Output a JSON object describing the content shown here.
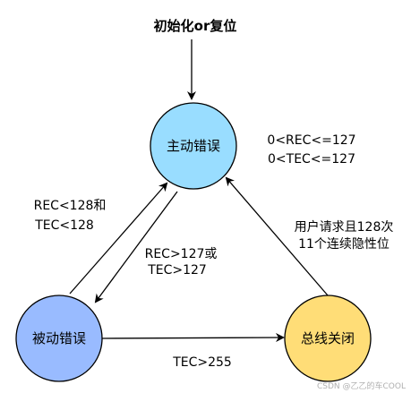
{
  "title": "初始化or复位",
  "nodes": {
    "active": {
      "label": "主动错误",
      "fill": "#99ddff"
    },
    "passive": {
      "label": "被动错误",
      "fill": "#99bbff"
    },
    "busoff": {
      "label": "总线关闭",
      "fill": "#ffdd77"
    }
  },
  "edge_labels": {
    "active_condition_line1": "0<REC<=127",
    "active_condition_line2": "0<TEC<=127",
    "passive_to_active_line1": "REC<128和",
    "passive_to_active_line2": "TEC<128",
    "active_to_passive_line1": "REC>127或",
    "active_to_passive_line2": "TEC>127",
    "busoff_to_active_line1": "用户请求且128次",
    "busoff_to_active_line2": "11个连续隐性位",
    "passive_to_busoff": "TEC>255"
  },
  "watermark": "CSDN @乙乙的车COOL",
  "colors": {
    "stroke": "#000000"
  }
}
